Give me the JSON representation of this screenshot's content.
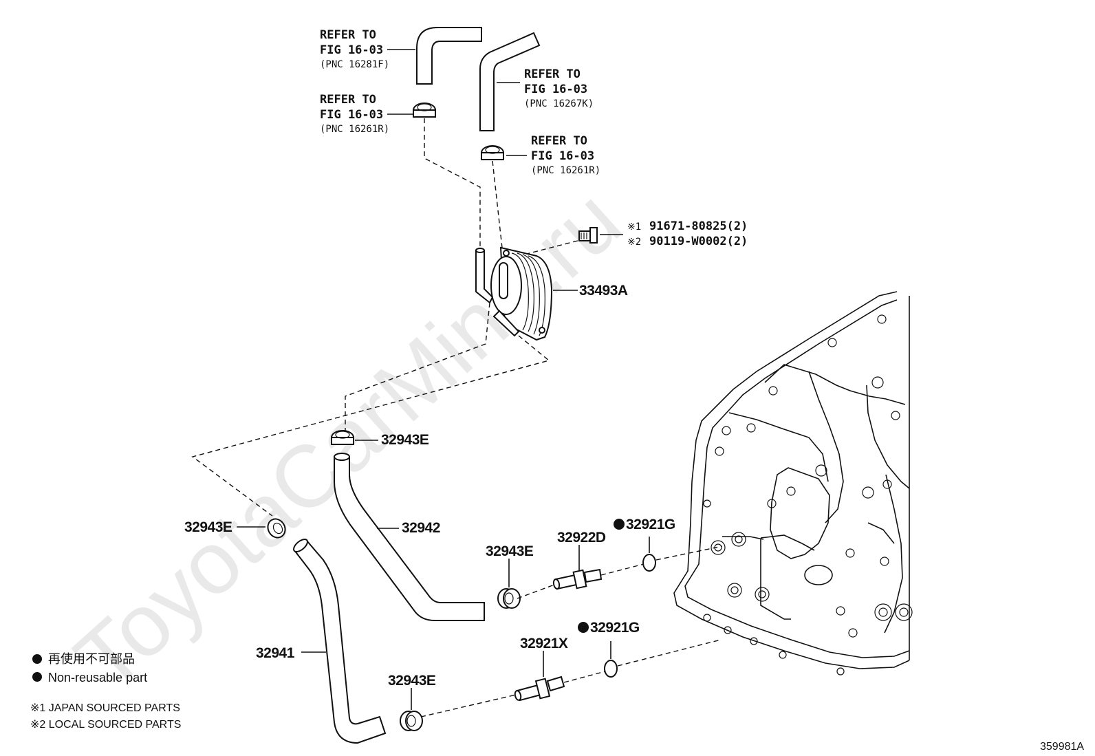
{
  "watermark": "ToyotaCarMine.ru",
  "figure_id": "359981A",
  "refs": [
    {
      "line1": "REFER TO",
      "line2": "FIG 16-03",
      "line3": "(PNC 16281F)"
    },
    {
      "line1": "REFER TO",
      "line2": "FIG 16-03",
      "line3": "(PNC 16261R)"
    },
    {
      "line1": "REFER TO",
      "line2": "FIG 16-03",
      "line3": "(PNC 16267K)"
    },
    {
      "line1": "REFER TO",
      "line2": "FIG 16-03",
      "line3": "(PNC 16261R)"
    }
  ],
  "bolt_refs": [
    {
      "mark": "※1",
      "number": "91671-80825(2)"
    },
    {
      "mark": "※2",
      "number": "90119-W0002(2)"
    }
  ],
  "parts": {
    "cooler": "33493A",
    "clamp_upper": "32943E",
    "clamp_left": "32943E",
    "hose_upper": "32942",
    "clamp_mid": "32943E",
    "union_upper": "32922D",
    "oring_upper": "32921G",
    "hose_lower": "32941",
    "clamp_lower": "32943E",
    "union_lower": "32921X",
    "oring_lower": "32921G"
  },
  "legend": {
    "jp_text": "再使用不可部品",
    "en_text": "Non-reusable part",
    "note1": "※1 JAPAN SOURCED PARTS",
    "note2": "※2 LOCAL SOURCED PARTS"
  }
}
